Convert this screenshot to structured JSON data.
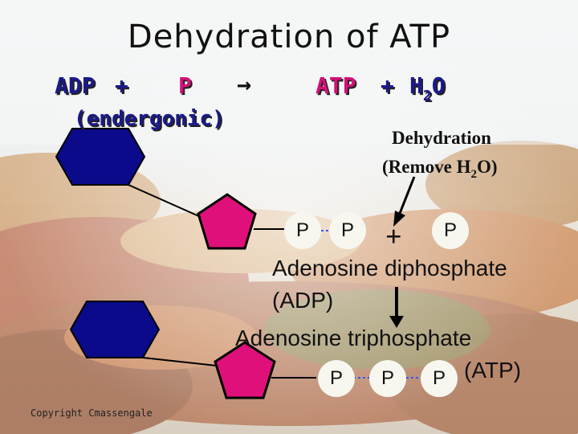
{
  "title": "Dehydration of ATP",
  "equation": {
    "reactant1": "ADP",
    "plus1": "+",
    "reactant2": "P",
    "arrow": "→",
    "product1": "ATP",
    "plus2": "+",
    "product2_h": "H",
    "product2_sub": "2",
    "product2_o": "O",
    "type": "(endergonic)"
  },
  "dehydration_note": {
    "line1": "Dehydration",
    "line2_a": "(Remove H",
    "line2_sub": "2",
    "line2_b": "O)"
  },
  "adp": {
    "phosphates": [
      "P",
      "P"
    ],
    "plus": "+",
    "free_phosphate": "P",
    "name": "Adenosine diphosphate",
    "abbr": "(ADP)"
  },
  "atp": {
    "name": "Adenosine triphosphate",
    "abbr": "(ATP)",
    "phosphates": [
      "P",
      "P",
      "P"
    ]
  },
  "copyright": "Copyright Cmassengale",
  "colors": {
    "adenine": "#0a0a8a",
    "ribose": "#e0107a",
    "equation_blue": "#1a1a8c",
    "equation_magenta": "#d4107a"
  }
}
